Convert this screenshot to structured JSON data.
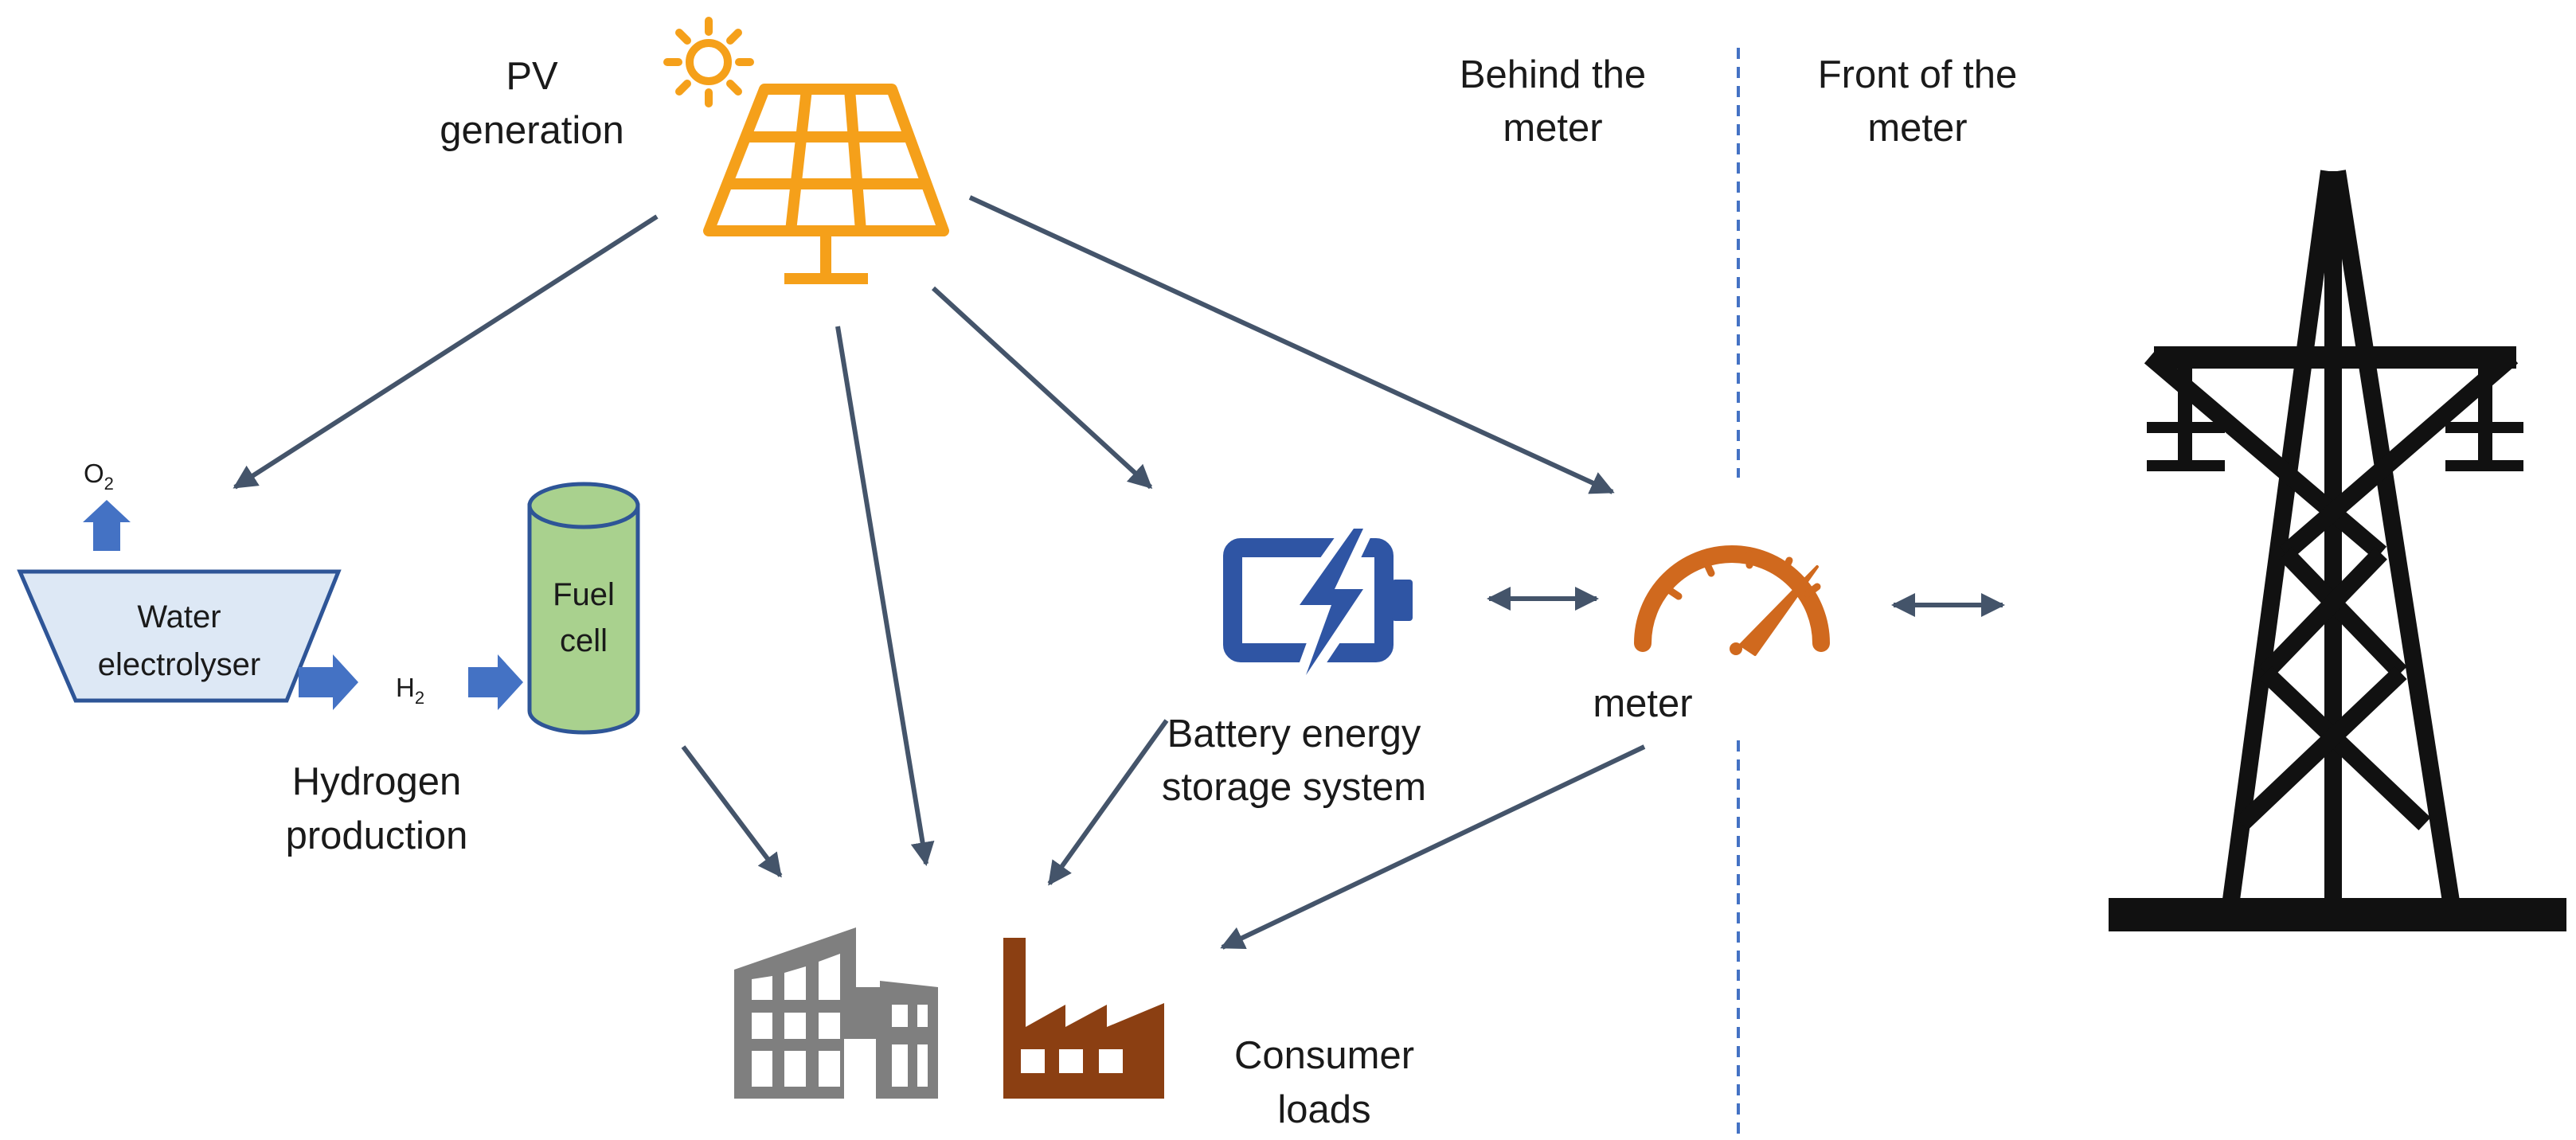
{
  "labels": {
    "pv_line1": "PV",
    "pv_line2": "generation",
    "behind_line1": "Behind the",
    "behind_line2": "meter",
    "front_line1": "Front of the",
    "front_line2": "meter",
    "o2_symbol": "O",
    "o2_sub": "2",
    "h2_symbol": "H",
    "h2_sub": "2",
    "electrolyser_line1": "Water",
    "electrolyser_line2": "electrolyser",
    "fuel_cell_line1": "Fuel",
    "fuel_cell_line2": "cell",
    "hydrogen_line1": "Hydrogen",
    "hydrogen_line2": "production",
    "battery_line1": "Battery energy",
    "battery_line2": "storage system",
    "meter": "meter",
    "consumer_line1": "Consumer",
    "consumer_line2": "loads"
  },
  "icons": {
    "sun": "sun-icon",
    "solar_panel": "solar-panel-icon",
    "battery": "battery-icon",
    "meter": "meter-gauge-icon",
    "pylon": "transmission-tower-icon",
    "building": "building-icon",
    "factory": "factory-icon"
  },
  "colors": {
    "solar": "#F5A01A",
    "battery": "#2F55A4",
    "meter": "#D0691E",
    "arrow": "#44546A",
    "process_arrow": "#4472C4",
    "electrolyser_fill": "#DDE8F5",
    "electrolyser_stroke": "#2E5597",
    "fuel_cell_fill": "#A9D18E",
    "fuel_cell_stroke": "#2E5597",
    "building": "#7F7F7F",
    "factory": "#8B3F12",
    "pylon": "#111111",
    "divider": "#4472C4"
  }
}
